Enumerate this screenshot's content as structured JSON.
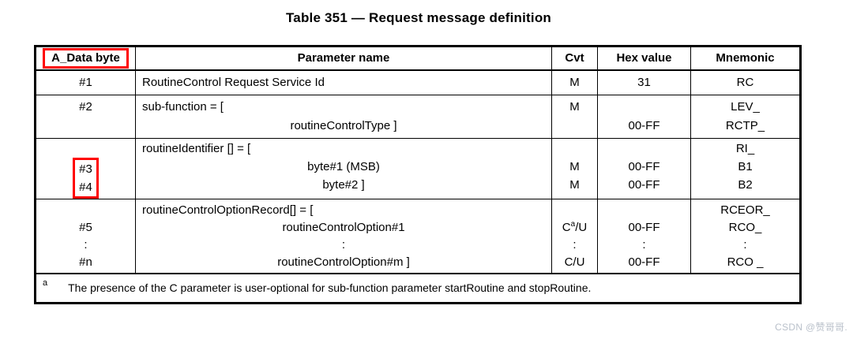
{
  "title": "Table 351 — Request message definition",
  "watermark": "CSDN @赞哥哥.",
  "colors": {
    "annotation_red": "#ff0000",
    "border_black": "#000000",
    "watermark_gray": "#b9c0ca"
  },
  "table": {
    "headers": {
      "data_byte": "A_Data byte",
      "parameter": "Parameter name",
      "cvt": "Cvt",
      "hex": "Hex value",
      "mnemonic": "Mnemonic"
    },
    "row1": {
      "data_byte": "#1",
      "parameter": "RoutineControl Request Service Id",
      "cvt": "M",
      "hex": "31",
      "mnemonic": "RC"
    },
    "row2": {
      "data_byte": "#2",
      "param_l1": "sub-function = [",
      "param_l2": "routineControlType ]",
      "cvt_l1": "M",
      "hex_l2": "00-FF",
      "mnem_l1": "LEV_",
      "mnem_l2": "RCTP_"
    },
    "row3": {
      "data_byte_l2": "#3",
      "data_byte_l3": "#4",
      "param_l1": "routineIdentifier [] = [",
      "param_l2": "byte#1 (MSB)",
      "param_l3": "byte#2 ]",
      "cvt_l2": "M",
      "cvt_l3": "M",
      "hex_l2": "00-FF",
      "hex_l3": "00-FF",
      "mnem_l1": "RI_",
      "mnem_l2": "B1",
      "mnem_l3": "B2"
    },
    "row4": {
      "data_byte_l2": "#5",
      "data_byte_l3": ":",
      "data_byte_l4": "#n",
      "param_l1": "routineControlOptionRecord[] = [",
      "param_l2": "routineControlOption#1",
      "param_l3": ":",
      "param_l4": "routineControlOption#m ]",
      "cvt_l2_base": "C",
      "cvt_l2_sup": "a",
      "cvt_l2_rest": "/U",
      "cvt_l3": ":",
      "cvt_l4": "C/U",
      "hex_l2": "00-FF",
      "hex_l3": ":",
      "hex_l4": "00-FF",
      "mnem_l1": "RCEOR_",
      "mnem_l2": "RCO_",
      "mnem_l3": ":",
      "mnem_l4": "RCO _"
    },
    "footnote": {
      "marker": "a",
      "text": "The presence of the C parameter is user-optional for sub-function parameter startRoutine and stopRoutine."
    }
  }
}
